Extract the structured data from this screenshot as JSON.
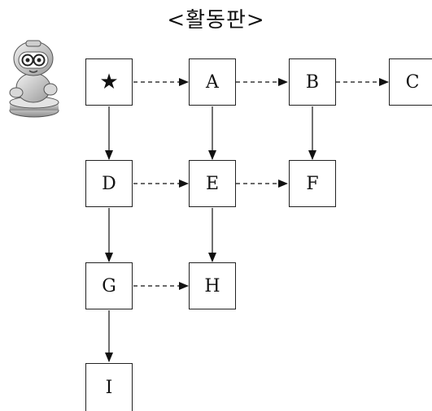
{
  "board": {
    "title": "<활동판>"
  },
  "robot_icon": "robot-character-icon",
  "nodes": {
    "start": "★",
    "A": "A",
    "B": "B",
    "C": "C",
    "D": "D",
    "E": "E",
    "F": "F",
    "G": "G",
    "H": "H",
    "I": "I"
  },
  "edges": {
    "solid_down": [
      [
        "start",
        "D"
      ],
      [
        "D",
        "G"
      ],
      [
        "G",
        "I"
      ],
      [
        "A",
        "E"
      ],
      [
        "E",
        "H"
      ],
      [
        "B",
        "F"
      ]
    ],
    "dashed_right": [
      [
        "start",
        "A"
      ],
      [
        "A",
        "B"
      ],
      [
        "B",
        "C"
      ],
      [
        "D",
        "E"
      ],
      [
        "E",
        "F"
      ],
      [
        "G",
        "H"
      ]
    ]
  }
}
